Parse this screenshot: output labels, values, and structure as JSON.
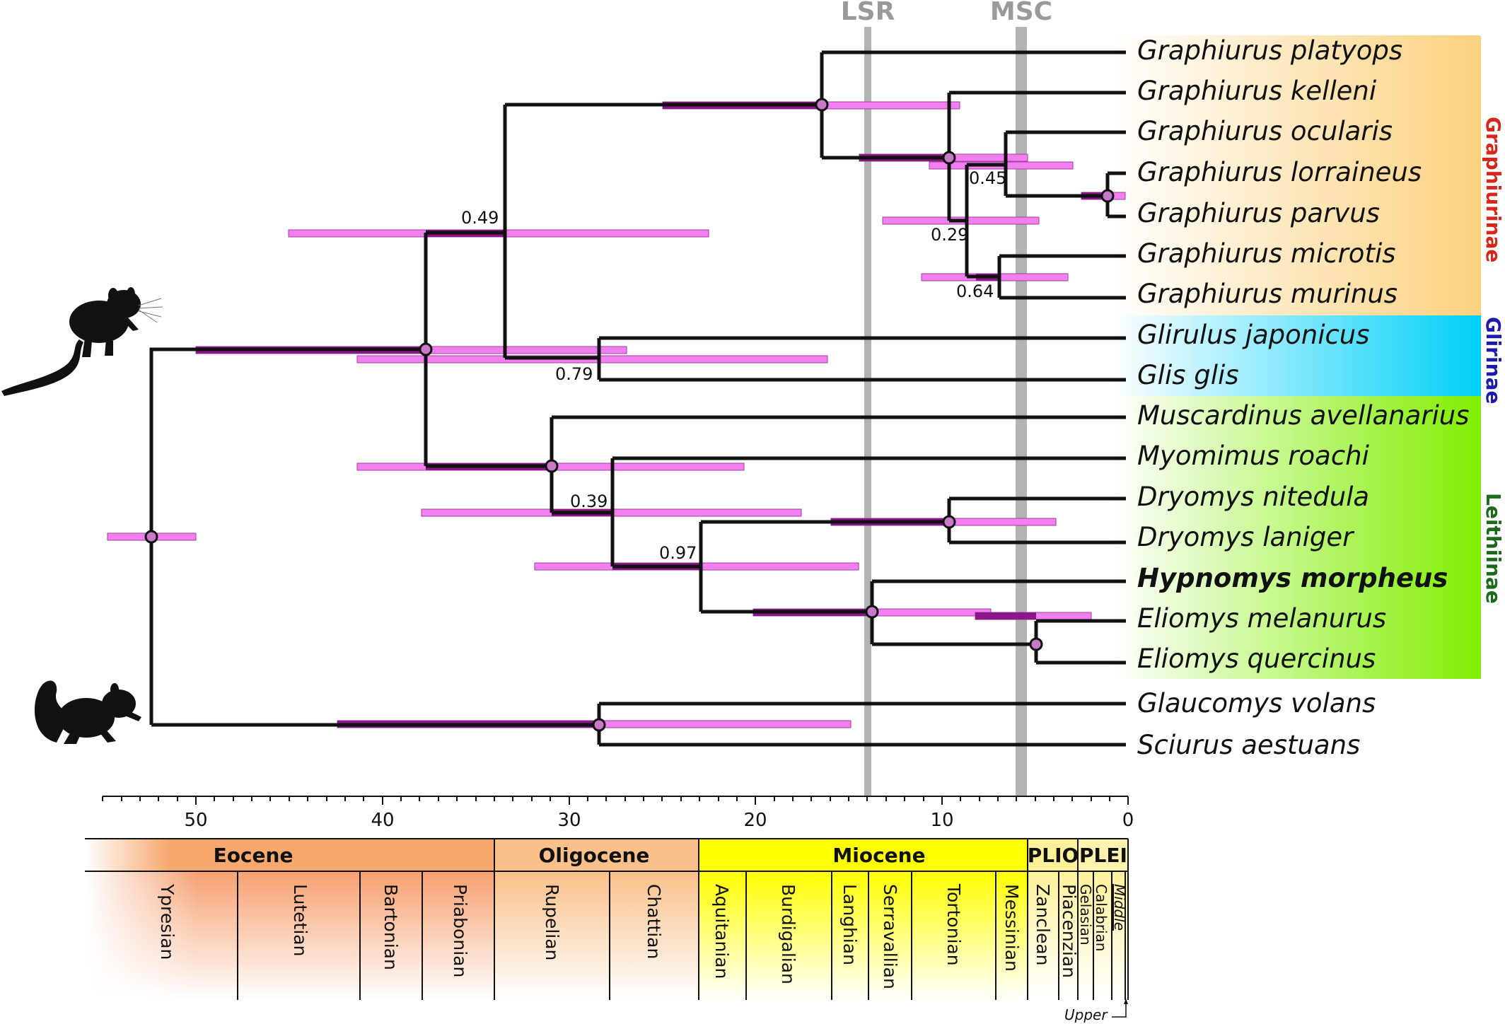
{
  "event_lines": [
    {
      "label": "LSR",
      "age": 13.8,
      "color": "#9a9a9a"
    },
    {
      "label": "MSC",
      "age": 5.96,
      "color": "#9a9a9a"
    }
  ],
  "axis": {
    "ticks": [
      "50",
      "40",
      "30",
      "20",
      "10",
      "0"
    ],
    "tick_values": [
      50,
      40,
      30,
      20,
      10,
      0
    ],
    "range_ma": [
      55,
      0
    ]
  },
  "taxa": [
    {
      "name": "Graphiurus platyops",
      "bold": false
    },
    {
      "name": "Graphiurus kelleni",
      "bold": false
    },
    {
      "name": "Graphiurus ocularis",
      "bold": false
    },
    {
      "name": "Graphiurus lorraineus",
      "bold": false
    },
    {
      "name": "Graphiurus parvus",
      "bold": false
    },
    {
      "name": "Graphiurus microtis",
      "bold": false
    },
    {
      "name": "Graphiurus murinus",
      "bold": false
    },
    {
      "name": "Glirulus japonicus",
      "bold": false
    },
    {
      "name": "Glis glis",
      "bold": false
    },
    {
      "name": "Muscardinus avellanarius",
      "bold": false
    },
    {
      "name": "Myomimus roachi",
      "bold": false
    },
    {
      "name": "Dryomys nitedula",
      "bold": false
    },
    {
      "name": "Dryomys laniger",
      "bold": false
    },
    {
      "name": "Hypnomys morpheus",
      "bold": true
    },
    {
      "name": "Eliomys melanurus",
      "bold": false
    },
    {
      "name": "Eliomys quercinus",
      "bold": false
    },
    {
      "name": "Glaucomys volans",
      "bold": false
    },
    {
      "name": "Sciurus aestuans",
      "bold": false
    }
  ],
  "clades": [
    {
      "name": "Graphiurinae",
      "color": "#d9261c",
      "bg_from": "#ffffff",
      "bg_to": "#fbd17e"
    },
    {
      "name": "Glirinae",
      "color": "#1a1ab0",
      "bg_from": "#ffffff",
      "bg_to": "#00d0f8"
    },
    {
      "name": "Leithiinae",
      "color": "#1a6a1a",
      "bg_from": "#ffffff",
      "bg_to": "#80ee00"
    }
  ],
  "support_values": [
    "0.49",
    "0.45",
    "0.29",
    "0.64",
    "0.79",
    "0.39",
    "0.97"
  ],
  "timescale": {
    "epochs": [
      {
        "name": "Eocene",
        "color": "#f6a86e"
      },
      {
        "name": "Oligocene",
        "color": "#f9c08a"
      },
      {
        "name": "Miocene",
        "color": "#ffff00"
      },
      {
        "name": "PLIO",
        "color": "#fff19a"
      },
      {
        "name": "PLEI",
        "color": "#fff2ae"
      }
    ],
    "stages": [
      "Ypresian",
      "Lutetian",
      "Bartonian",
      "Priabonian",
      "Rupelian",
      "Chattian",
      "Aquitanian",
      "Burdigalian",
      "Langhian",
      "Serravallian",
      "Tortonian",
      "Messinian",
      "Zanclean",
      "Piacenzian",
      "Gelasian",
      "Calabrian",
      "Middle",
      "Upper"
    ]
  },
  "colors": {
    "branch": "#111111",
    "hpd_bar": "#f27ff0",
    "hpd_bar_dark": "#8a168a",
    "node": "#c879c8"
  }
}
